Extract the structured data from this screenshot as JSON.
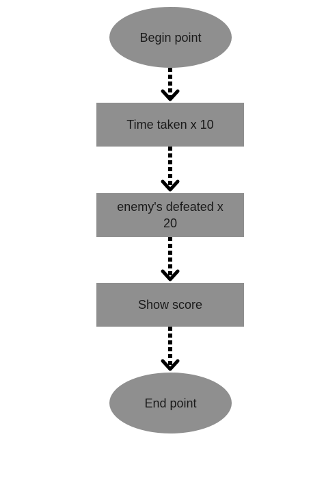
{
  "diagram": {
    "type": "flowchart",
    "node_fill": "#8f8f8f",
    "arrow_color": "#000000",
    "nodes": [
      {
        "id": "begin",
        "shape": "ellipse",
        "label": "Begin point"
      },
      {
        "id": "time",
        "shape": "rect",
        "label": "Time taken x 10"
      },
      {
        "id": "enemies",
        "shape": "rect",
        "label": "enemy's defeated x 20"
      },
      {
        "id": "show",
        "shape": "rect",
        "label": "Show score"
      },
      {
        "id": "end",
        "shape": "ellipse",
        "label": "End point"
      }
    ],
    "edges": [
      {
        "from": "begin",
        "to": "time",
        "style": "dotted-arrow"
      },
      {
        "from": "time",
        "to": "enemies",
        "style": "dotted-arrow"
      },
      {
        "from": "enemies",
        "to": "show",
        "style": "dotted-arrow"
      },
      {
        "from": "show",
        "to": "end",
        "style": "dotted-arrow"
      }
    ]
  }
}
